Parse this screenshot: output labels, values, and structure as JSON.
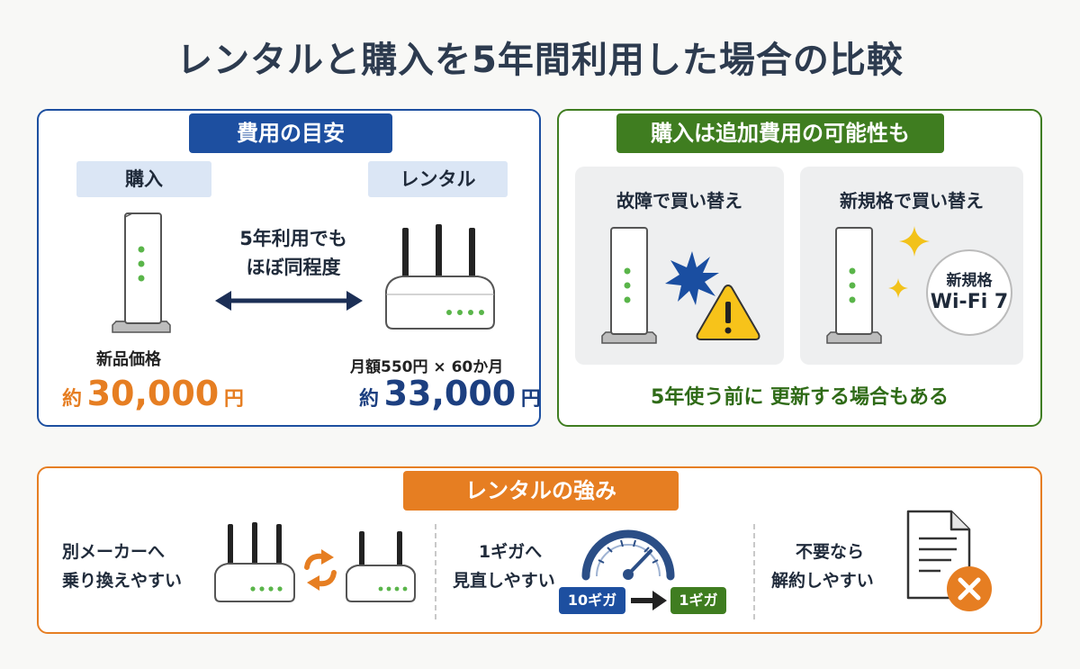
{
  "title": "レンタルと購入を5年間利用した場合の比較",
  "colors": {
    "blue": "#1d4fa0",
    "navy": "#1c3f80",
    "green": "#3f7d20",
    "orange": "#e67e22",
    "price_orange": "#e67e22"
  },
  "cost_panel": {
    "tag": "費用の目安",
    "buy": {
      "label": "購入",
      "caption": "新品価格",
      "prefix": "約",
      "amount": "30,000",
      "unit": "円"
    },
    "rent": {
      "label": "レンタル",
      "caption": "月額550円 × 60か月",
      "prefix": "約",
      "amount": "33,000",
      "unit": "円"
    },
    "middle_line1": "5年利用でも",
    "middle_line2": "ほぼ同程度"
  },
  "extra_panel": {
    "tag": "購入は追加費用の可能性も",
    "card1_title": "故障で買い替え",
    "card2_title": "新規格で買い替え",
    "badge_line1": "新規格",
    "badge_line2": "Wi-Fi 7",
    "footer": "5年使う前に 更新する場合もある",
    "icons": [
      "router-icon",
      "burst-icon",
      "warning-icon",
      "sparkle-icon"
    ]
  },
  "strength_panel": {
    "tag": "レンタルの強み",
    "item1_line1": "別メーカーへ",
    "item1_line2": "乗り換えやすい",
    "item2_line1": "1ギガへ",
    "item2_line2": "見直しやすい",
    "item3_line1": "不要なら",
    "item3_line2": "解約しやすい",
    "speed_from": "10ギガ",
    "speed_to": "1ギガ",
    "icons": [
      "router-icon",
      "swap-arrows-icon",
      "speedometer-icon",
      "document-icon",
      "cancel-icon"
    ]
  }
}
